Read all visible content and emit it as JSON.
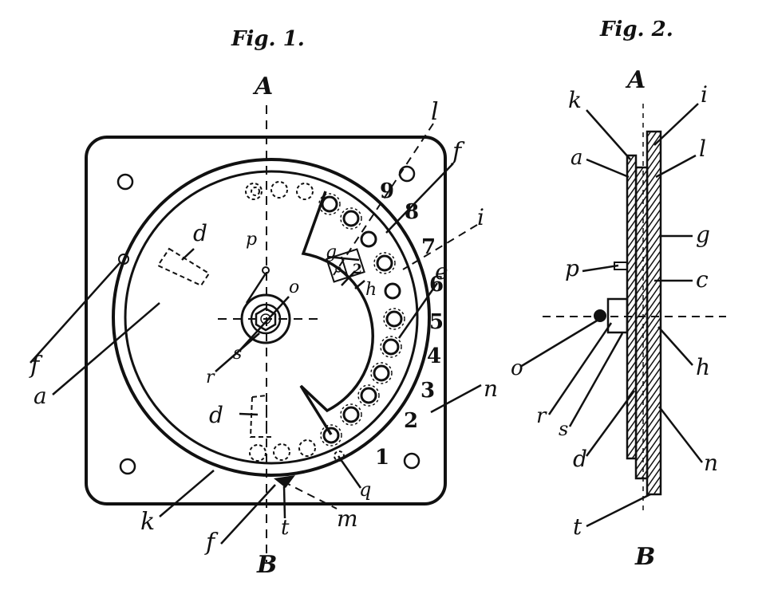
{
  "captions": {
    "fig1": "Fig. 1.",
    "fig2": "Fig. 2."
  },
  "fig1": {
    "axis_top": "A",
    "axis_bottom": "B",
    "digits": [
      "9",
      "8",
      "7",
      "6",
      "5",
      "4",
      "3",
      "2",
      "1"
    ],
    "inner_box_digit": "2",
    "labels": {
      "l": "l",
      "f_top": "f",
      "i": "i",
      "e": "e",
      "g": "g",
      "h": "h",
      "d_window": "d",
      "p": "p",
      "o": "o",
      "s": "s",
      "r": "r",
      "f_left": "f",
      "a": "a",
      "d_lower": "d",
      "n": "n",
      "q": "q",
      "k": "k",
      "f_bottom": "f",
      "t": "t",
      "m": "m"
    }
  },
  "fig2": {
    "axis_top": "A",
    "axis_bottom": "B",
    "labels": {
      "k_top": "k",
      "i": "i",
      "a": "a",
      "l": "l",
      "g": "g",
      "p": "p",
      "c": "c",
      "o": "o",
      "h": "h",
      "r": "r",
      "s": "s",
      "d": "d",
      "n": "n",
      "t": "t"
    }
  }
}
